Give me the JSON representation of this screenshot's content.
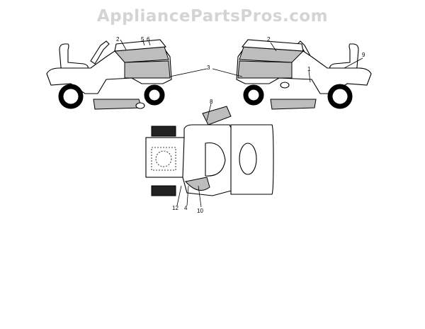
{
  "watermark": "AppliancePartsPros.com",
  "callouts": {
    "c1": "1",
    "c2_left": "2",
    "c2_right": "2",
    "c3": "3",
    "c4": "4",
    "c5": "5",
    "c6": "6",
    "c8": "8",
    "c9": "9",
    "c10": "10",
    "c12": "12"
  },
  "colors": {
    "decal_shade": "#bdbdbd",
    "ink": "#000000",
    "watermark": "#d4d4d4"
  }
}
